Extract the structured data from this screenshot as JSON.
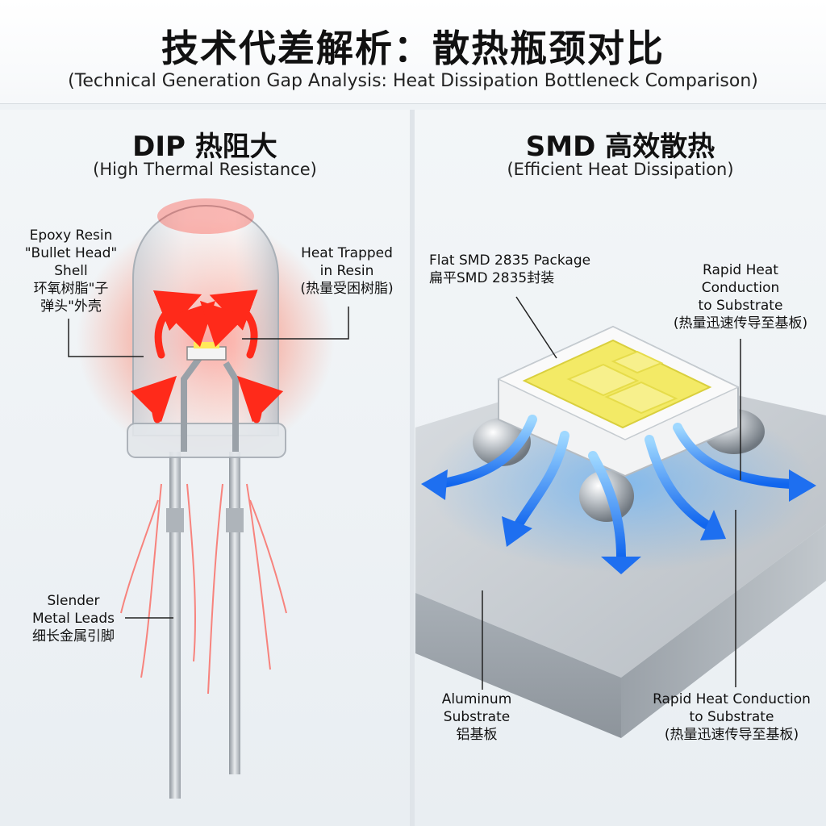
{
  "header": {
    "title": "技术代差解析：散热瓶颈对比",
    "subtitle": "(Technical Generation Gap Analysis: Heat Dissipation Bottleneck Comparison)"
  },
  "dip_panel": {
    "heading": "DIP 热阻大",
    "subheading": "(High Thermal Resistance)",
    "labels": {
      "shell": [
        "Epoxy Resin",
        "\"Bullet Head\"",
        "Shell",
        "环氧树脂\"子",
        "弹头\"外壳"
      ],
      "heat_trapped": [
        "Heat Trapped",
        "in Resin",
        "(热量受困树脂)"
      ],
      "leads": [
        "Slender",
        "Metal Leads",
        "细长金属引脚"
      ]
    },
    "colors": {
      "heat": "#ff3b2f",
      "epoxy": "#d9dde2"
    }
  },
  "smd_panel": {
    "heading": "SMD 高效散热",
    "subheading": "(Efficient Heat Dissipation)",
    "labels": {
      "package": [
        "Flat SMD 2835 Package",
        "扁平SMD 2835封装"
      ],
      "rapid_top": [
        "Rapid Heat",
        "Conduction",
        "to Substrate",
        "(热量迅速传导至基板)"
      ],
      "substrate": [
        "Aluminum",
        "Substrate",
        "铝基板"
      ],
      "rapid_bottom": [
        "Rapid Heat Conduction",
        "to Substrate",
        "(热量迅速传导至基板)"
      ]
    },
    "colors": {
      "phosphor": "#f3ea66",
      "arrow": "#1e78ff",
      "aluminum": "#b9bfc5"
    }
  }
}
